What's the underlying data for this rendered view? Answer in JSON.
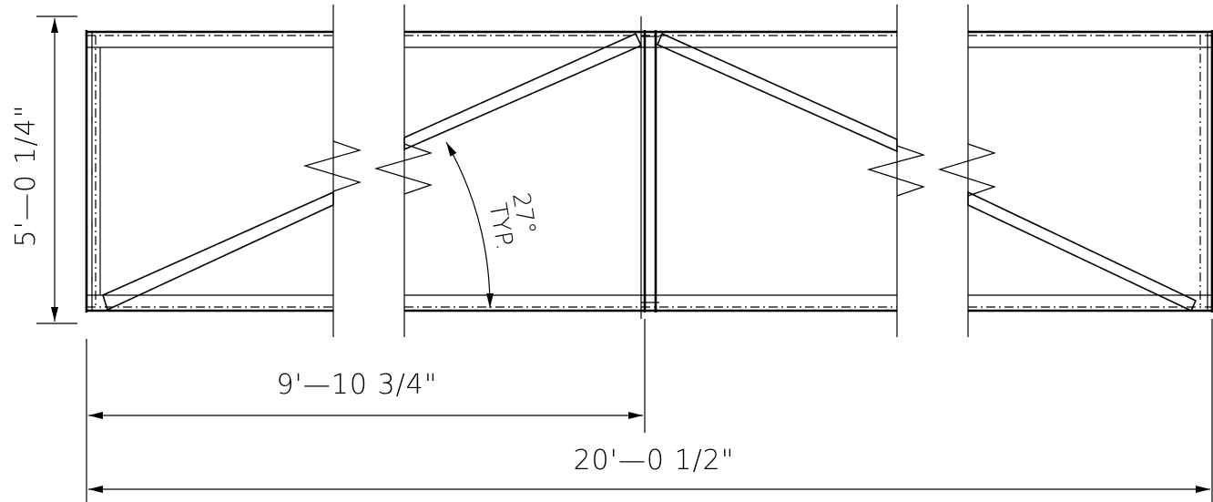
{
  "dimensions": {
    "height": "5'—0 1/4\"",
    "panel_width": "9'—10 3/4\"",
    "overall_width": "20'—0 1/2\""
  },
  "angle": {
    "value": "27°",
    "note": "TYP."
  }
}
